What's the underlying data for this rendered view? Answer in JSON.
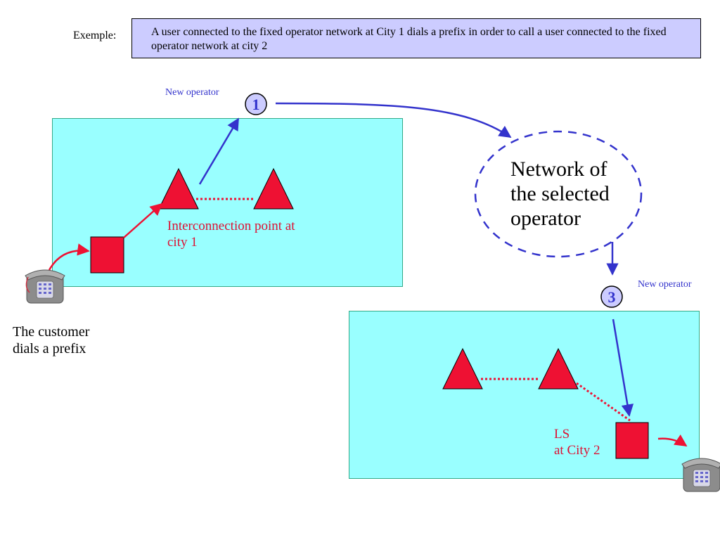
{
  "example": {
    "label": "Exemple:",
    "text": "A user connected to the fixed operator network at City 1 dials a prefix in order to call a user connected to the fixed operator network at city 2"
  },
  "operators": {
    "new_operator_1": "New operator",
    "new_operator_3": "New operator",
    "step_1": "1",
    "step_3": "3"
  },
  "city1": {
    "interconnection_label": "Interconnection point at city 1"
  },
  "city2": {
    "ls_label_line1": "LS",
    "ls_label_line2": "at City 2"
  },
  "network": {
    "label": "Network of the selected operator"
  },
  "customer": {
    "label": "The customer dials a prefix"
  },
  "colors": {
    "zone_fill": "#99ffff",
    "node_red": "#ee1133",
    "arrow_blue": "#3333cc",
    "box_lavender": "#ccccff"
  }
}
